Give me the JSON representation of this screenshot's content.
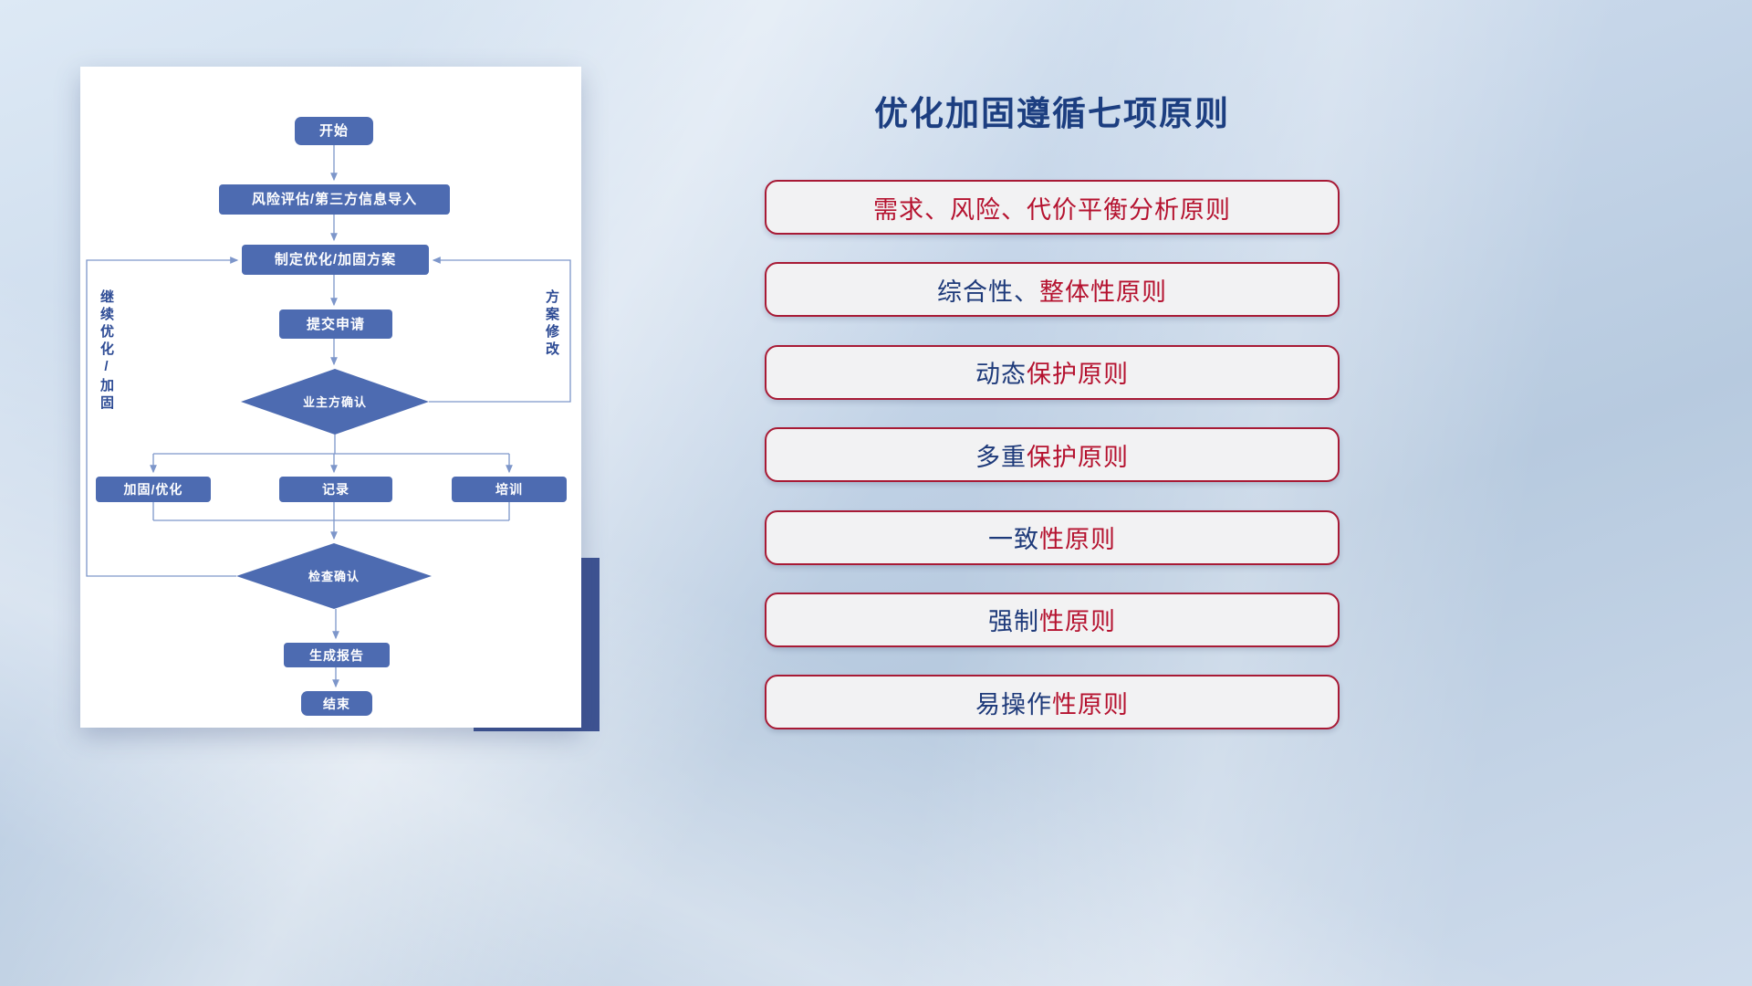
{
  "slide": {
    "title": "优化加固遵循七项原则"
  },
  "colors": {
    "title": "#1c3e80",
    "principle_red": "#b5122f",
    "principle_navy": "#1e3a7a",
    "principle_border": "#a81a35",
    "principle_bg": "#f2f2f3",
    "node_fill": "#4d6bb1",
    "node_text": "#ffffff",
    "line": "#7d96ca",
    "accent_block": "#3e5392",
    "edge_label": "#2c4a94"
  },
  "flowchart": {
    "nodes": {
      "start": "开始",
      "risk_import": "风险评估/第三方信息导入",
      "plan": "制定优化/加固方案",
      "submit": "提交申请",
      "owner_confirm": "业主方确认",
      "reinforce": "加固/优化",
      "record": "记录",
      "training": "培训",
      "check_confirm": "检查确认",
      "report": "生成报告",
      "end": "结束"
    },
    "edge_labels": {
      "continue": "继续优化/加固",
      "modify": "方案修改"
    }
  },
  "principles": [
    {
      "segments": [
        {
          "text": "需求、风险、代价平衡分析原则",
          "color": "red"
        }
      ]
    },
    {
      "segments": [
        {
          "text": "综合性、",
          "color": "navy"
        },
        {
          "text": "整体性原则",
          "color": "red"
        }
      ]
    },
    {
      "segments": [
        {
          "text": "动态",
          "color": "navy"
        },
        {
          "text": "保护原则",
          "color": "red"
        }
      ]
    },
    {
      "segments": [
        {
          "text": "多重",
          "color": "navy"
        },
        {
          "text": "保护原则",
          "color": "red"
        }
      ]
    },
    {
      "segments": [
        {
          "text": "一致",
          "color": "navy"
        },
        {
          "text": "性原则",
          "color": "red"
        }
      ]
    },
    {
      "segments": [
        {
          "text": "强制",
          "color": "navy"
        },
        {
          "text": "性原则",
          "color": "red"
        }
      ]
    },
    {
      "segments": [
        {
          "text": "易操作",
          "color": "navy"
        },
        {
          "text": "性原则",
          "color": "red"
        }
      ]
    }
  ]
}
